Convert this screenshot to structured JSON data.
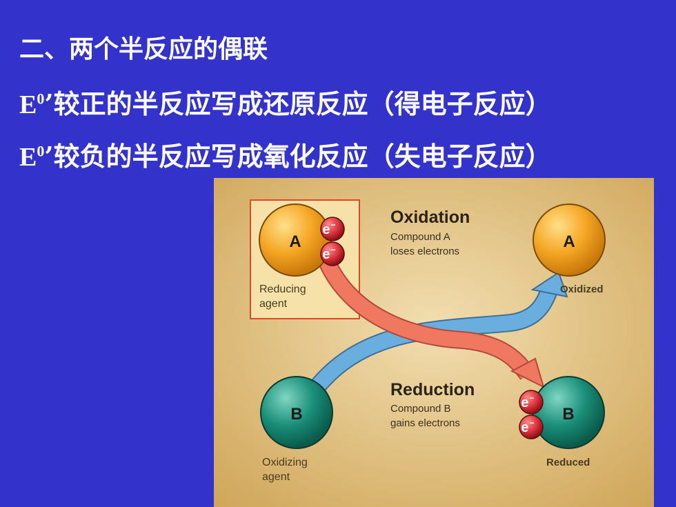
{
  "heading": {
    "line1": "二、两个半反应的偶联",
    "line2_prefix": "E",
    "line2_sup": "0",
    "line2_text": "’较正的半反应写成还原反应（得电子反应）",
    "line3_prefix": "E",
    "line3_sup": "0",
    "line3_text": "’较负的半反应写成氧化反应（失电子反应）"
  },
  "diagram": {
    "oxidation_title": "Oxidation",
    "oxidation_line1": "Compound A",
    "oxidation_line2": "loses electrons",
    "reduction_title": "Reduction",
    "reduction_line1": "Compound B",
    "reduction_line2": "gains electrons",
    "reducing_agent_line1": "Reducing",
    "reducing_agent_line2": "agent",
    "oxidizing_agent_line1": "Oxidizing",
    "oxidizing_agent_line2": "agent",
    "oxidized_label": "Oxidized",
    "reduced_label": "Reduced",
    "compound_a": "A",
    "compound_b": "B",
    "electron": "e",
    "electron_sup": "−",
    "colors": {
      "background": "#3333cc",
      "panel": "#d9b466",
      "compound_a": "#f5a623",
      "compound_b": "#1a8f7a",
      "electron": "#d9323a",
      "red_arrow": "#f07860",
      "blue_arrow": "#6aaee0"
    }
  }
}
